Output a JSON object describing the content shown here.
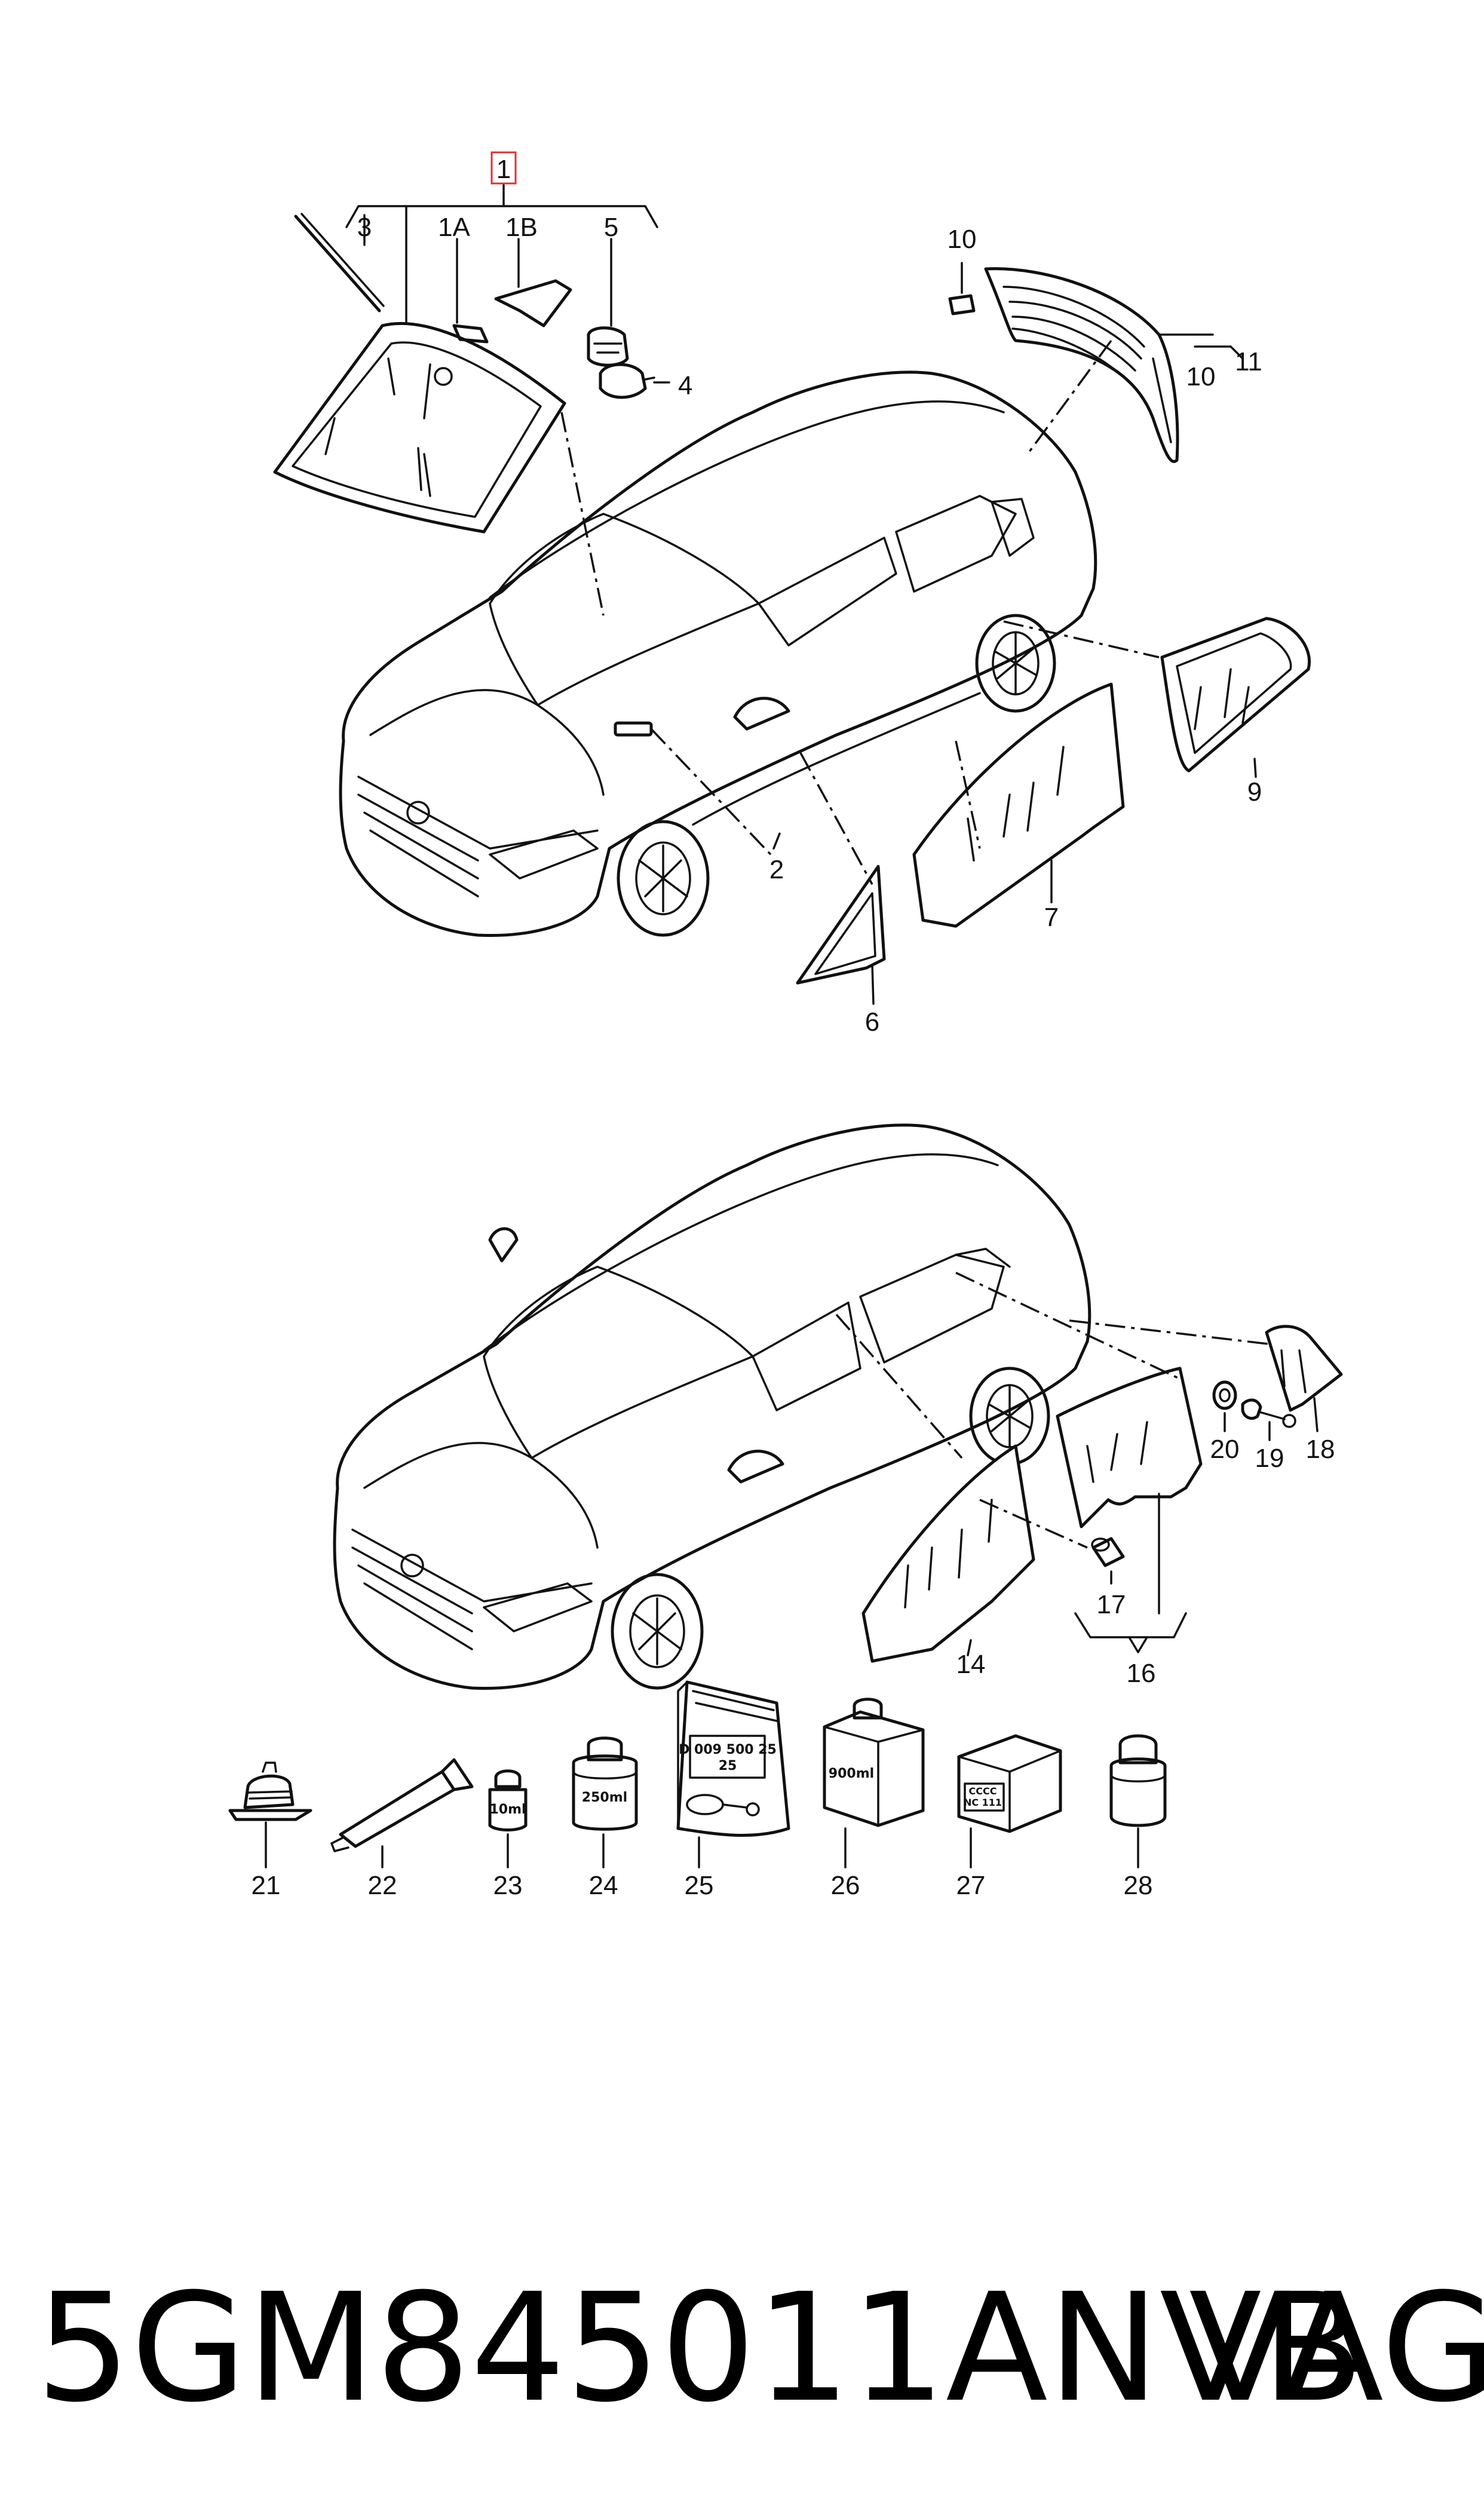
{
  "diagram": {
    "labels": {
      "l1": "1",
      "l1A": "1A",
      "l1B": "1B",
      "l2": "2",
      "l3": "3",
      "l4": "4",
      "l5": "5",
      "l6": "6",
      "l7": "7",
      "l9": "9",
      "l10a": "10",
      "l10b": "10",
      "l11": "11",
      "l14": "14",
      "l16": "16",
      "l17": "17",
      "l18": "18",
      "l19": "19",
      "l20": "20",
      "l21": "21",
      "l22": "22",
      "l23": "23",
      "l24": "24",
      "l25": "25",
      "l26": "26",
      "l27": "27",
      "l28": "28"
    },
    "product_labels": {
      "p23": "10ml",
      "p24": "250ml",
      "p25a": "D 009 500 25",
      "p25b": "25",
      "p26": "900ml",
      "p27a": "CCCC",
      "p27b": "NC 111"
    }
  },
  "footer": {
    "part_number": "5GM845011ANVB",
    "brand": "VAG"
  }
}
